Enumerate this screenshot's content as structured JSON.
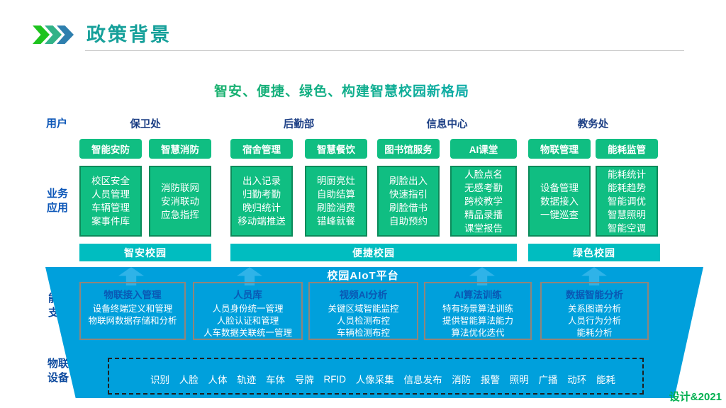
{
  "header": {
    "title": "政策背景"
  },
  "subtitle": "智安、便捷、绿色、构建智慧校园新格局",
  "side_labels": {
    "users": "用户",
    "business": "业务\n应用",
    "capability": "能力\n支撑",
    "devices": "物联\n设备"
  },
  "departments": [
    {
      "name": "保卫处",
      "modules": [
        {
          "label": "智能安防",
          "items": [
            "校区安全",
            "人员管理",
            "车辆管理",
            "案事件库"
          ]
        },
        {
          "label": "智慧消防",
          "items": [
            "消防联网",
            "安消联动",
            "应急指挥"
          ]
        }
      ]
    },
    {
      "name": "后勤部",
      "modules": [
        {
          "label": "宿舍管理",
          "items": [
            "出入记录",
            "归勤考勤",
            "晚归统计",
            "移动端推送"
          ]
        },
        {
          "label": "智慧餐饮",
          "items": [
            "明厨亮灶",
            "自助结算",
            "刷脸消费",
            "错峰就餐"
          ]
        }
      ]
    },
    {
      "name": "信息中心",
      "modules": [
        {
          "label": "图书馆服务",
          "items": [
            "刷脸出入",
            "快速指引",
            "刷脸借书",
            "自助预约"
          ]
        },
        {
          "label": "AI课堂",
          "items": [
            "人脸点名",
            "无感考勤",
            "跨校教学",
            "精品录播",
            "课堂报告"
          ]
        }
      ]
    },
    {
      "name": "教务处",
      "modules": [
        {
          "label": "物联管理",
          "items": [
            "设备管理",
            "数据接入",
            "一键巡查"
          ]
        },
        {
          "label": "能耗监管",
          "items": [
            "能耗统计",
            "能耗趋势",
            "智能调优",
            "智慧照明",
            "智能空调"
          ]
        }
      ]
    }
  ],
  "campus_bars": [
    "智安校园",
    "便捷校园",
    "绿色校园"
  ],
  "platform": {
    "title": "校园AIoT平台",
    "boxes": [
      {
        "title": "物联接入管理",
        "items": [
          "设备终端定义和管理",
          "物联网数据存储和分析"
        ]
      },
      {
        "title": "人员库",
        "items": [
          "人员身份统一管理",
          "人脸认证和管理",
          "人车数据关联统一管理"
        ]
      },
      {
        "title": "视频AI分析",
        "items": [
          "关键区域智能监控",
          "人员检测布控",
          "车辆检测布控"
        ]
      },
      {
        "title": "AI算法训练",
        "items": [
          "特有场景算法训练",
          "提供智能算法能力",
          "算法优化迭代"
        ]
      },
      {
        "title": "数据智能分析",
        "items": [
          "关系图谱分析",
          "人员行为分析",
          "能耗分析"
        ]
      }
    ]
  },
  "iot_devices": [
    "识别",
    "人脸",
    "人体",
    "轨迹",
    "车体",
    "号牌",
    "RFID",
    "人像采集",
    "信息发布",
    "消防",
    "报警",
    "照明",
    "广播",
    "动环",
    "能耗"
  ],
  "watermark": "设计&2021",
  "colors": {
    "title_teal": "#16a09a",
    "module_green": "#10be82",
    "bar_teal": "#00bdc0",
    "platform_blue": "#00a0dc",
    "arrow_blue": "#2fb3e8",
    "label_blue": "#0d57b8",
    "watermark_green": "#00b050"
  }
}
